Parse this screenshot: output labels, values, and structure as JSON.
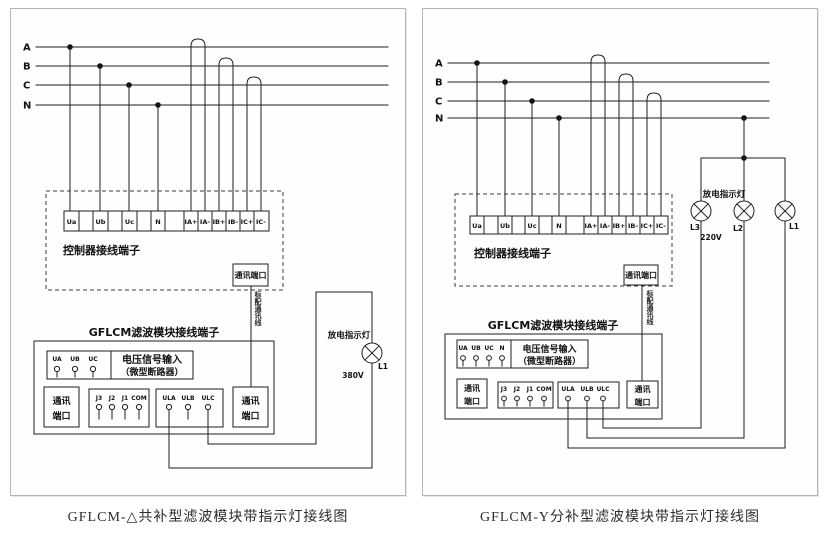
{
  "left_panel": {
    "caption": "GFLCM-△共补型滤波模块带指示灯接线图",
    "bus_labels": [
      "A",
      "B",
      "C",
      "N"
    ],
    "controller": {
      "title": "控制器接线端子",
      "terminals": [
        "Ua",
        "Ub",
        "Uc",
        "N",
        "IA+",
        "IA-",
        "IB+",
        "IB-",
        "IC+",
        "IC-"
      ],
      "comm_port": "通讯端口"
    },
    "comm_cable_label": "标配通讯线",
    "module": {
      "title": "GFLCM滤波模块接线端子",
      "voltage_terminals": [
        "UA",
        "UB",
        "UC"
      ],
      "voltage_input_line1": "电压信号输入",
      "voltage_input_line2": "（微型断路器）",
      "comm_port_line1": "通讯",
      "comm_port_line2": "端口",
      "j_terminals": [
        "J3",
        "J2",
        "J1",
        "COM"
      ],
      "ul_terminals": [
        "ULA",
        "ULB",
        "ULC"
      ]
    },
    "lamp": {
      "label": "放电指示灯",
      "voltage": "380V",
      "l1": "L1"
    }
  },
  "right_panel": {
    "caption": "GFLCM-Y分补型滤波模块带指示灯接线图",
    "bus_labels": [
      "A",
      "B",
      "C",
      "N"
    ],
    "controller": {
      "title": "控制器接线端子",
      "terminals": [
        "Ua",
        "Ub",
        "Uc",
        "N",
        "IA+",
        "IA-",
        "IB+",
        "IB-",
        "IC+",
        "IC-"
      ],
      "comm_port": "通讯端口"
    },
    "comm_cable_label": "标配通讯线",
    "module": {
      "title": "GFLCM滤波模块接线端子",
      "voltage_terminals": [
        "UA",
        "UB",
        "UC",
        "N"
      ],
      "voltage_input_line1": "电压信号输入",
      "voltage_input_line2": "（微型断路器）",
      "comm_port_line1": "通讯",
      "comm_port_line2": "端口",
      "j_terminals": [
        "J3",
        "J2",
        "J1",
        "COM"
      ],
      "ul_terminals": [
        "ULA",
        "ULB",
        "ULC"
      ]
    },
    "lamps": {
      "label": "放电指示灯",
      "voltage": "220V",
      "l1": "L1",
      "l2": "L2",
      "l3": "L3"
    }
  }
}
